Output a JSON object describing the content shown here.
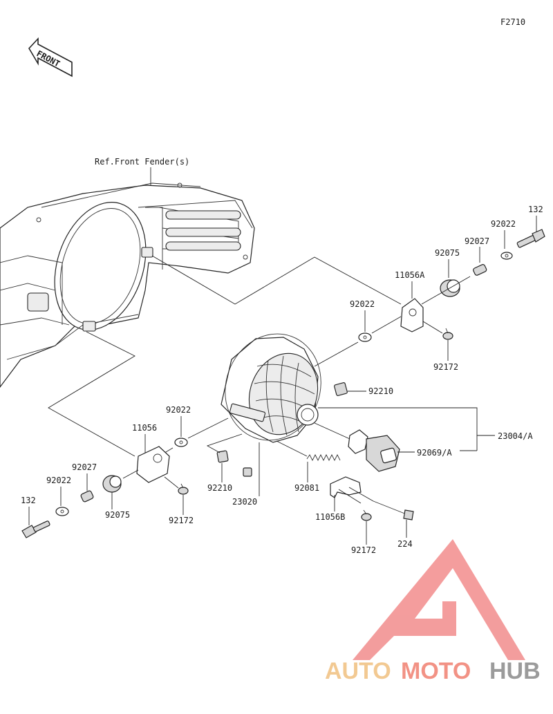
{
  "figure_code": "F2710",
  "front_arrow_label": "FRONT",
  "reference_note": "Ref.Front Fender(s)",
  "callouts": {
    "c132_right": "132",
    "c92022_right": "92022",
    "c92027_right": "92027",
    "c92075_right": "92075",
    "c11056a": "11056A",
    "c92022_mid": "92022",
    "c92172_right": "92172",
    "c92210_right": "92210",
    "c23004a": "23004/A",
    "c92069a": "92069/A",
    "c92022_left_top": "92022",
    "c11056": "11056",
    "c92027_left": "92027",
    "c92022_left": "92022",
    "c92075_left": "92075",
    "c132_left": "132",
    "c92172_left": "92172",
    "c92210_left": "92210",
    "c23020": "23020",
    "c92081": "92081",
    "c11056b": "11056B",
    "c92172_bottom": "92172",
    "c224": "224"
  },
  "watermark": {
    "part1": "AUTO",
    "part2": "MOTO",
    "part3": "HUB",
    "colors": {
      "auto": "#f0c080",
      "moto": "#f08070",
      "hub": "#8a8a8a",
      "logo": "#f28c8c"
    }
  }
}
